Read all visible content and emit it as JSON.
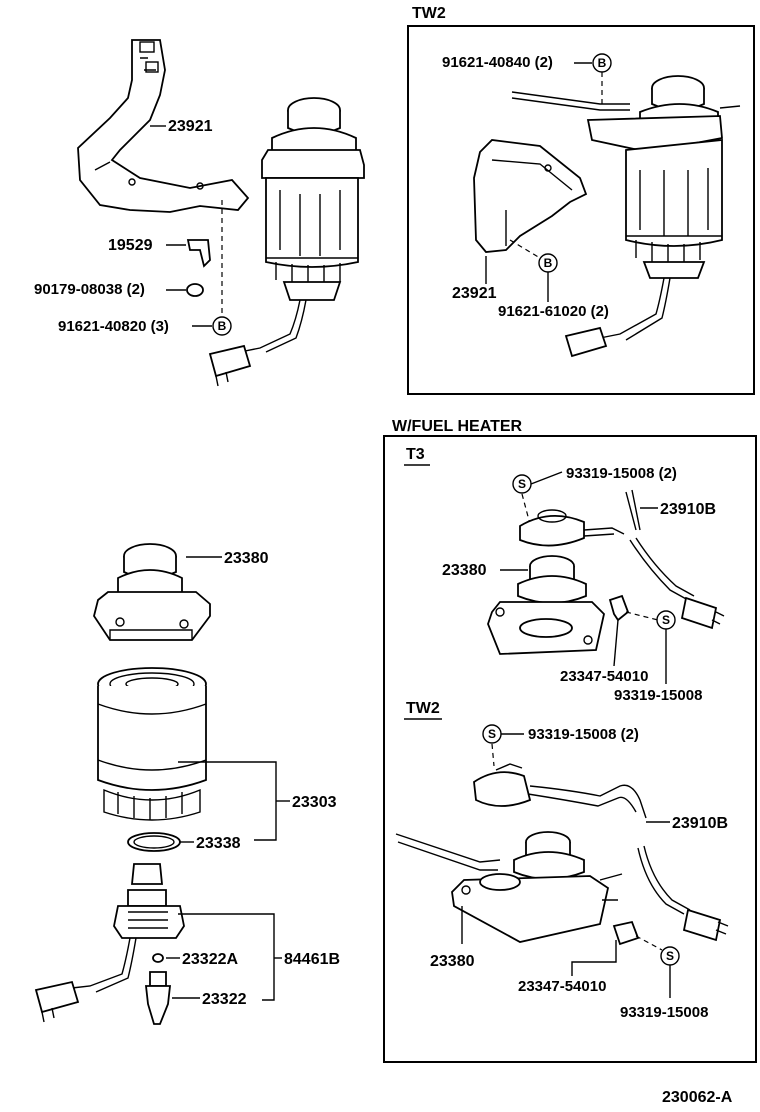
{
  "sections": {
    "tw2_top": "TW2",
    "fuel_heater": "W/FUEL  HEATER",
    "t3": "T3",
    "tw2_heater": "TW2"
  },
  "labels": {
    "p23921": "23921",
    "p19529": "19529",
    "p90179": "90179-08038 (2)",
    "p91621_40820": "91621-40820 (3)",
    "tw2_91621_40840": "91621-40840 (2)",
    "tw2_23921": "23921",
    "tw2_91621_61020": "91621-61020 (2)",
    "p23380": "23380",
    "p23303": "23303",
    "p23338": "23338",
    "p23322A": "23322A",
    "p84461B": "84461B",
    "p23322": "23322",
    "t3_93319_2": "93319-15008 (2)",
    "t3_23910B": "23910B",
    "t3_23380": "23380",
    "t3_23347": "23347-54010",
    "t3_93319": "93319-15008",
    "tw2h_93319_2": "93319-15008 (2)",
    "tw2h_23910B": "23910B",
    "tw2h_23380": "23380",
    "tw2h_23347": "23347-54010",
    "tw2h_93319": "93319-15008",
    "figure_code": "230062-A"
  },
  "symbols": {
    "b": "B",
    "s": "S"
  }
}
